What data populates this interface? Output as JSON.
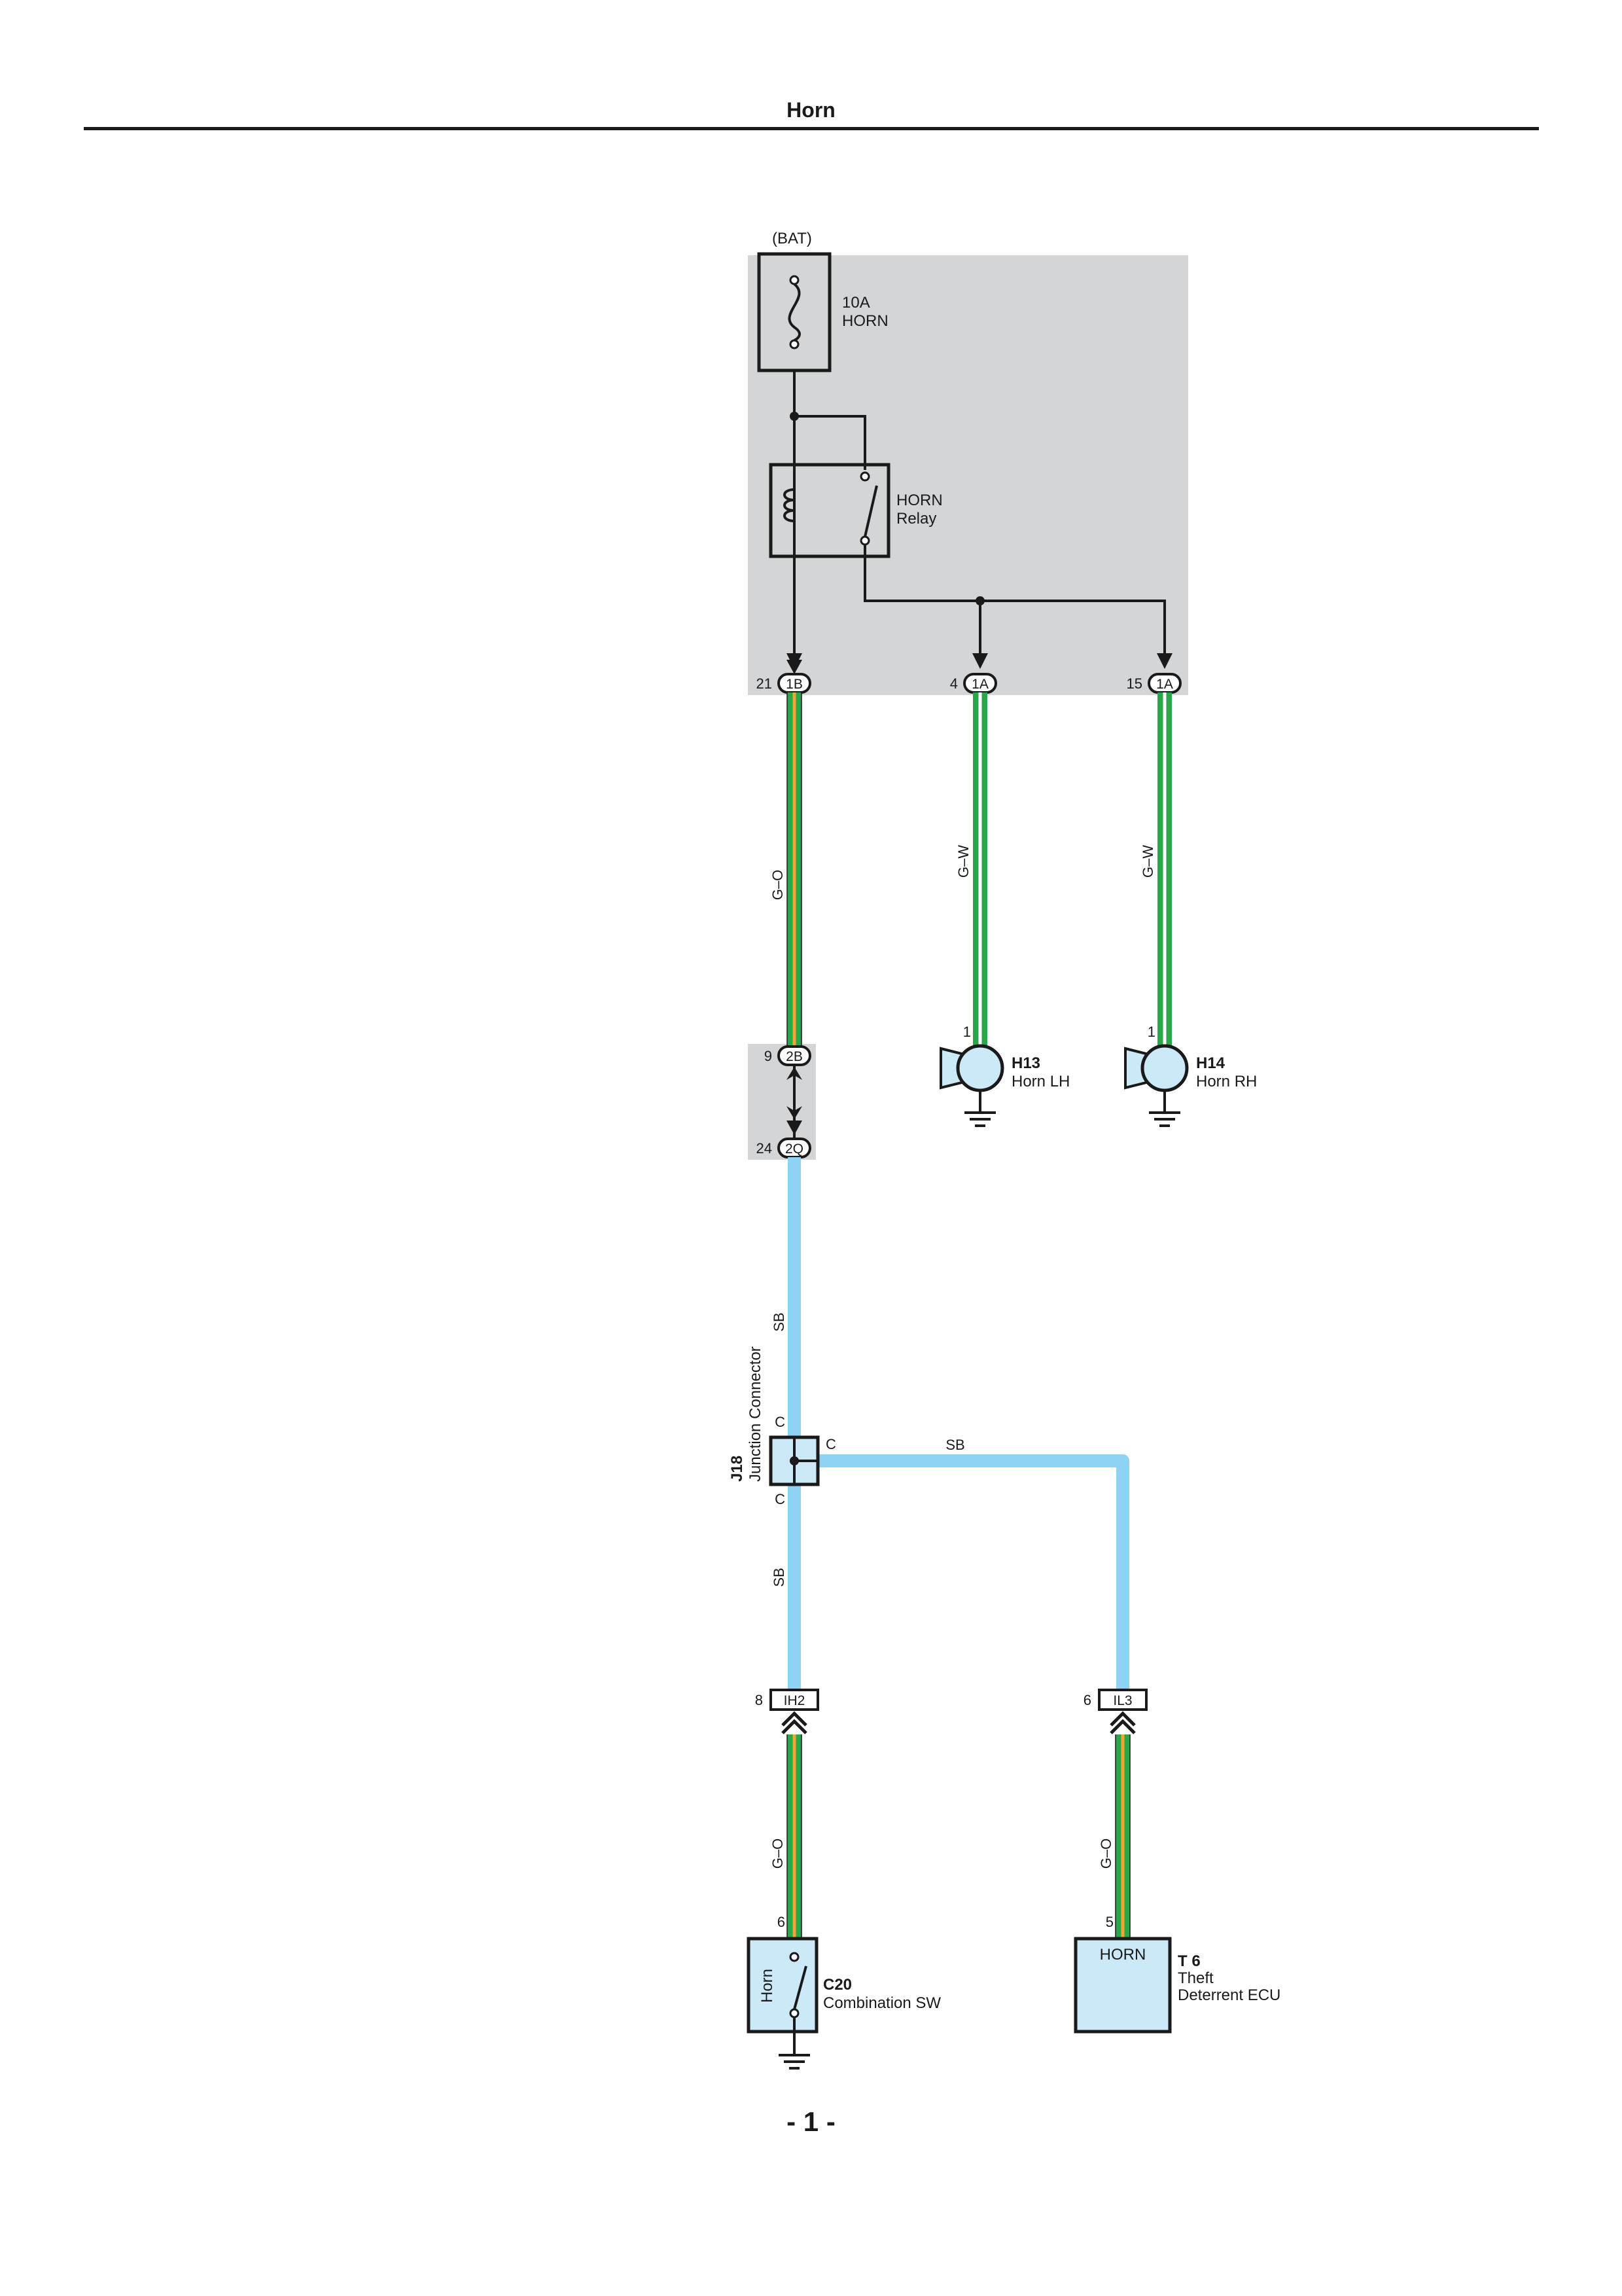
{
  "page": {
    "title": "Horn",
    "page_number": "- 1 -"
  },
  "colors": {
    "box_gray": "#d4d5d7",
    "wire_go_green": "#2aa64b",
    "wire_go_orange": "#f2a531",
    "wire_gw_green": "#2aa64b",
    "wire_gw_white": "#ffffff",
    "wire_sb": "#8ed3f3",
    "component_fill": "#cce9f7",
    "line": "#1a1a1a"
  },
  "junction_block": {
    "source": "(BAT)",
    "fuse": {
      "rating": "10A",
      "name": "HORN"
    },
    "relay": {
      "line1": "HORN",
      "line2": "Relay"
    },
    "terminals": [
      {
        "pin": "21",
        "connector": "1B"
      },
      {
        "pin": "4",
        "connector": "1A"
      },
      {
        "pin": "15",
        "connector": "1A"
      }
    ]
  },
  "wires": {
    "go": "G–O",
    "gw_left": "G–W",
    "gw_right": "G–W",
    "sb_upper": "SB",
    "sb_branch": "SB",
    "sb_lower": "SB",
    "go_bottom_left": "G–O",
    "go_bottom_right": "G–O"
  },
  "inline_connector": {
    "upper": {
      "pin": "9",
      "connector": "2B"
    },
    "lower": {
      "pin": "24",
      "connector": "2Q"
    }
  },
  "horns": [
    {
      "pin": "1",
      "code": "H13",
      "name": "Horn LH"
    },
    {
      "pin": "1",
      "code": "H14",
      "name": "Horn RH"
    }
  ],
  "junction_connector": {
    "code": "J18",
    "name": "Junction Connector",
    "pin_top": "C",
    "pin_right": "C",
    "pin_bottom": "C"
  },
  "bottom_connectors": [
    {
      "pin": "8",
      "connector": "IH2"
    },
    {
      "pin": "6",
      "connector": "IL3"
    }
  ],
  "combination_sw": {
    "pin": "6",
    "inner_label": "Horn",
    "code": "C20",
    "name": "Combination SW"
  },
  "theft_ecu": {
    "pin": "5",
    "inner_label": "HORN",
    "code": "T 6",
    "name_line1": "Theft",
    "name_line2": "Deterrent ECU"
  }
}
